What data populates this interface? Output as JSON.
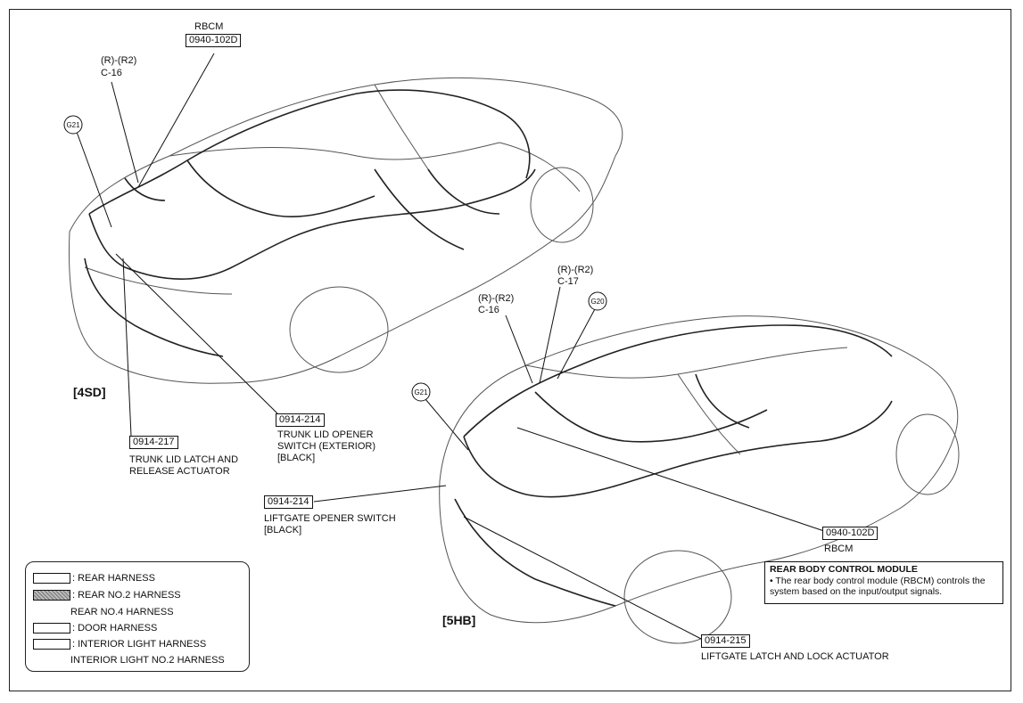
{
  "sedan": {
    "variant": "[4SD]",
    "rbcm": {
      "name": "RBCM",
      "code": "0940-102D"
    },
    "connector_c16": {
      "line1": "(R)-(R2)",
      "line2": "C-16"
    },
    "ground": "G21",
    "trunk_switch": {
      "code": "0914-214",
      "lines": [
        "TRUNK LID OPENER",
        "SWITCH (EXTERIOR)",
        "[BLACK]"
      ]
    },
    "trunk_latch": {
      "code": "0914-217",
      "lines": [
        "TRUNK LID LATCH AND",
        "RELEASE ACTUATOR"
      ]
    }
  },
  "hatch": {
    "variant": "[5HB]",
    "connector_c16": {
      "line1": "(R)-(R2)",
      "line2": "C-16"
    },
    "connector_c17": {
      "line1": "(R)-(R2)",
      "line2": "C-17"
    },
    "ground_g20": "G20",
    "ground_g21": "G21",
    "liftgate_switch": {
      "code": "0914-214",
      "lines": [
        "LIFTGATE OPENER SWITCH",
        "[BLACK]"
      ]
    },
    "rbcm": {
      "code": "0940-102D",
      "name": "RBCM"
    },
    "liftgate_latch": {
      "code": "0914-215",
      "name": "LIFTGATE LATCH AND LOCK ACTUATOR"
    }
  },
  "legend": [
    {
      "swatch": "white",
      "text": ": REAR HARNESS"
    },
    {
      "swatch": "grey",
      "text": ": REAR NO.2 HARNESS"
    },
    {
      "swatch": "none",
      "text": "REAR NO.4 HARNESS"
    },
    {
      "swatch": "white",
      "text": ": DOOR HARNESS"
    },
    {
      "swatch": "white",
      "text": ": INTERIOR LIGHT HARNESS"
    },
    {
      "swatch": "none",
      "text": "INTERIOR LIGHT NO.2 HARNESS"
    }
  ],
  "note": {
    "title": "REAR BODY CONTROL MODULE",
    "body": "• The rear body control module (RBCM) controls the system based on the input/output signals."
  }
}
